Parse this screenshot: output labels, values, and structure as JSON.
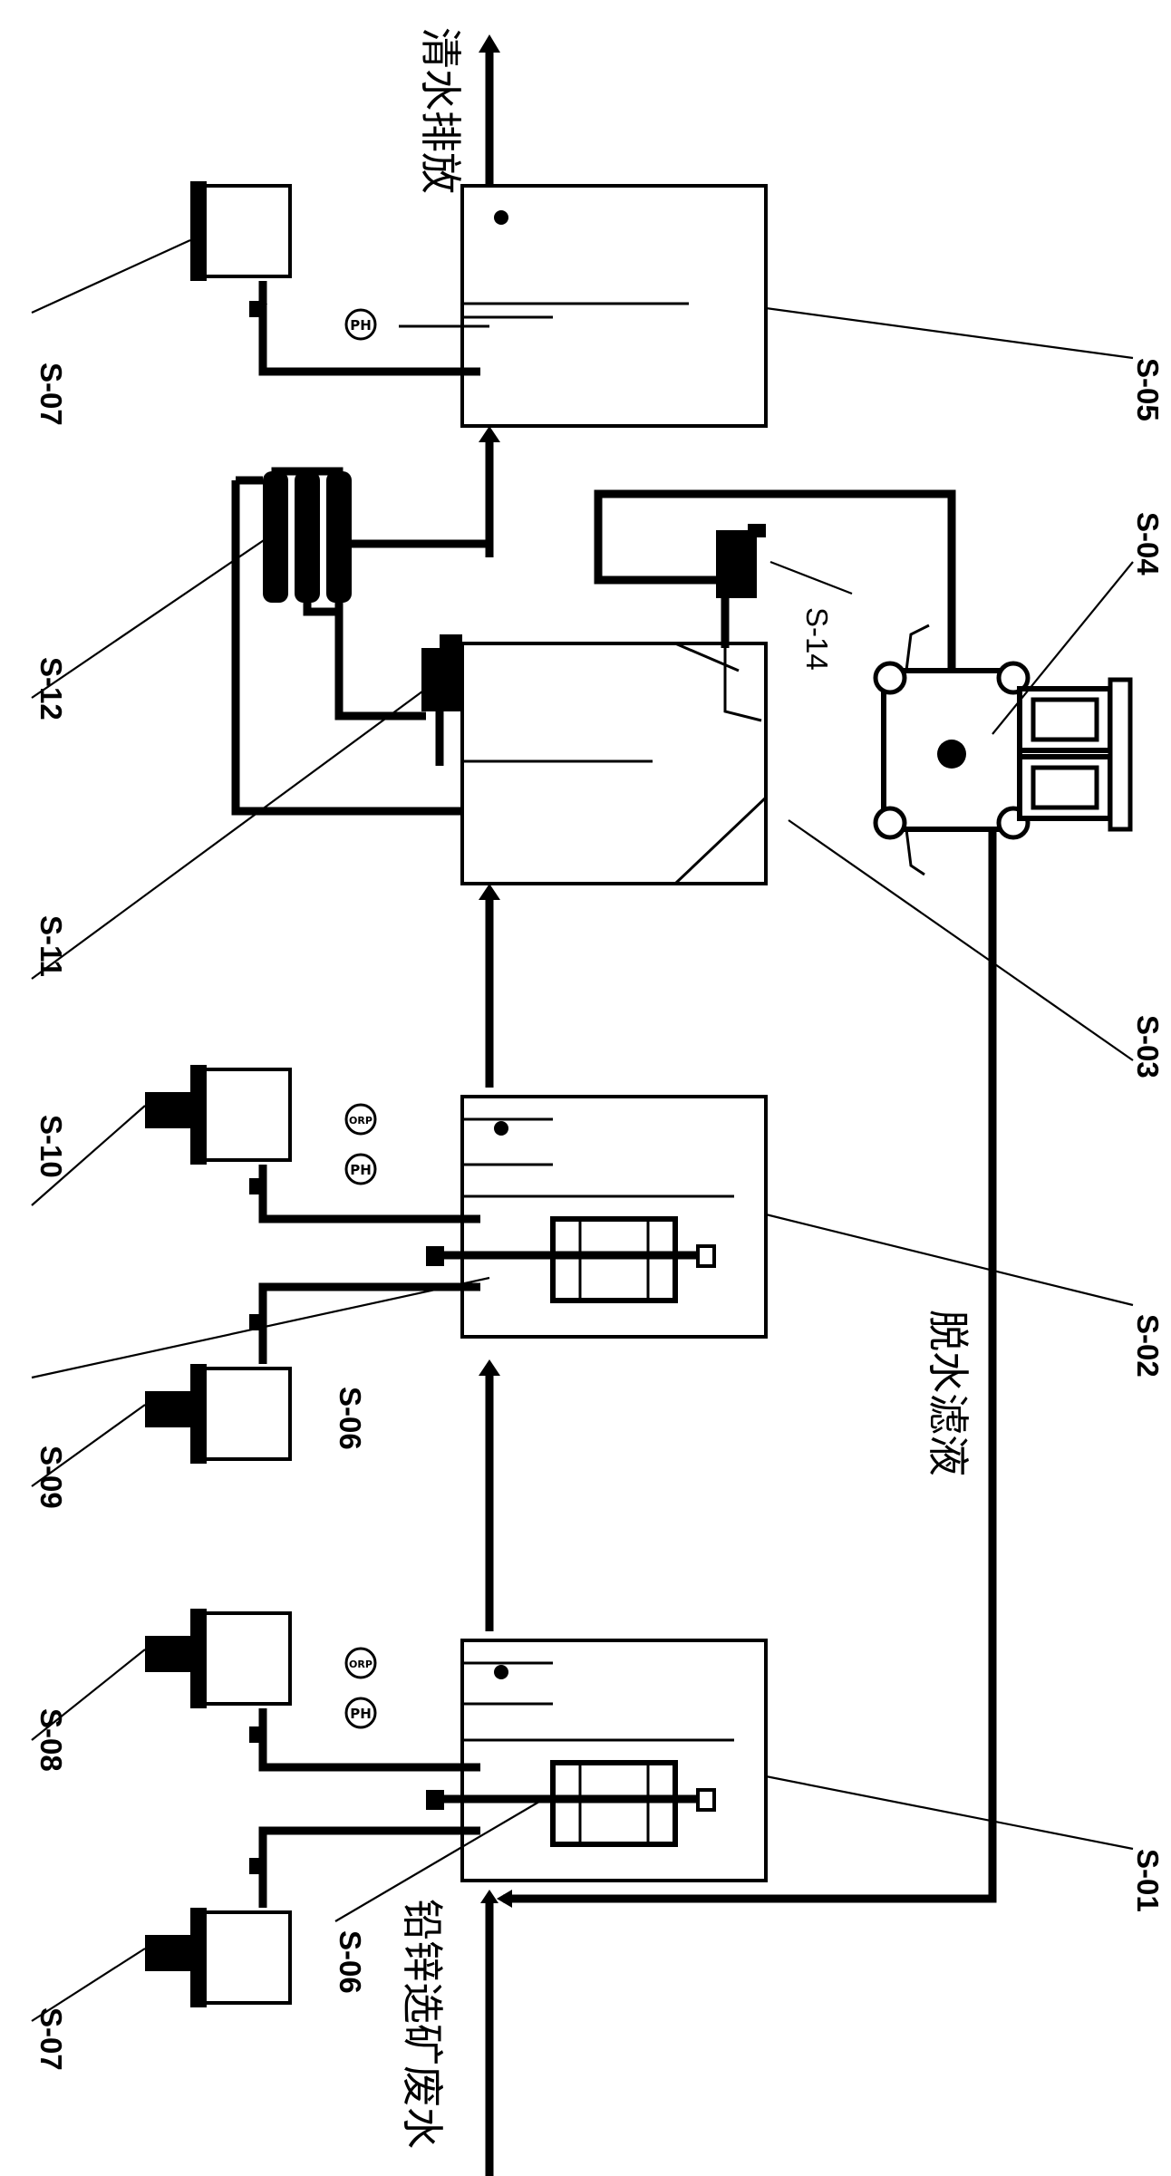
{
  "flow_labels": {
    "inlet": "铅锌选矿废水",
    "outlet": "清水排放",
    "filtrate": "脱水滤液"
  },
  "equipment_labels": {
    "s01": "S-01",
    "s02": "S-02",
    "s03": "S-03",
    "s04": "S-04",
    "s05": "S-05",
    "s06_a": "S-06",
    "s06_b": "S-06",
    "s07_a": "S-07",
    "s07_b": "S-07",
    "s08": "S-08",
    "s09": "S-09",
    "s10": "S-10",
    "s11": "S-11",
    "s12": "S-12",
    "s14": "S-14"
  },
  "instrument_labels": {
    "ph": "PH",
    "orp": "ORP"
  }
}
